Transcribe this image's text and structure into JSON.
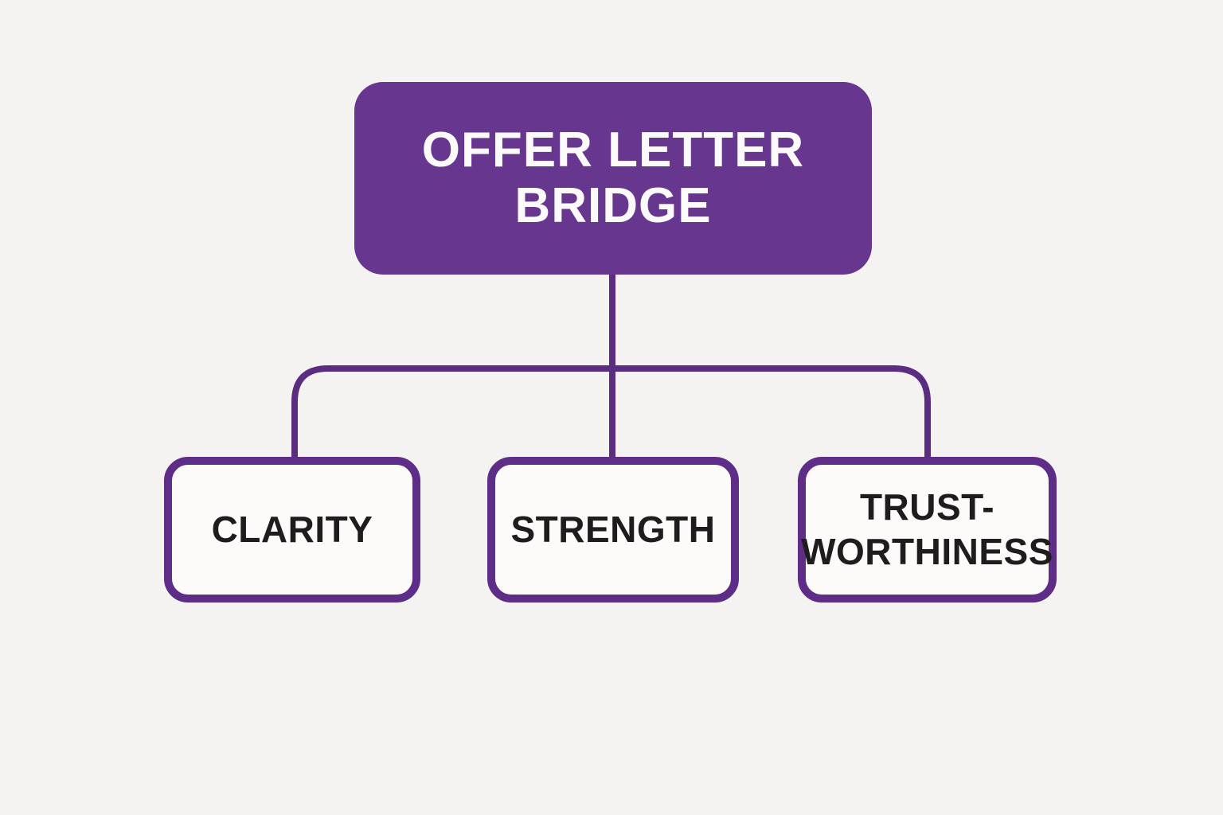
{
  "diagram": {
    "type": "tree",
    "root": {
      "label": "OFFER LETTER\nBRIDGE"
    },
    "children": [
      {
        "label": "CLARITY"
      },
      {
        "label": "STRENGTH"
      },
      {
        "label": "TRUST-\nWORTHINESS"
      }
    ]
  },
  "colors": {
    "background": "#f5f3f1",
    "root_fill": "#67368f",
    "root_text": "#fbfafb",
    "connector": "#5b2d80",
    "child_border": "#5e2d87",
    "child_fill": "#fcfbfa",
    "child_text": "#1e1c1d"
  }
}
